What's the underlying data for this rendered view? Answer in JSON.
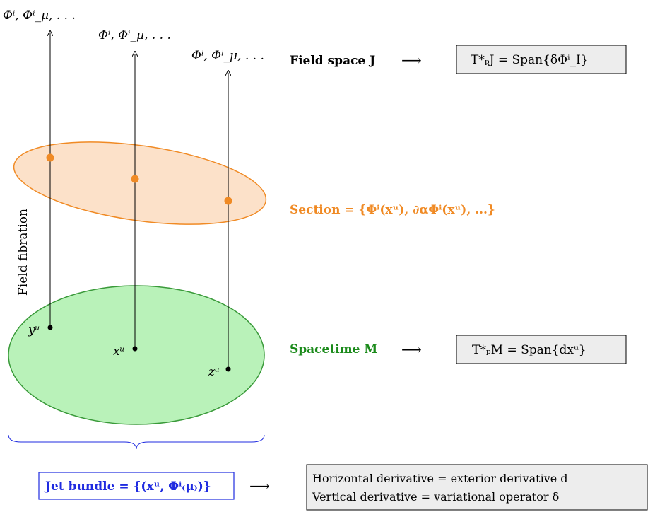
{
  "fibers": {
    "top_labels": [
      "Φⁱ, Φⁱ_μ, . . .",
      "Φⁱ, Φⁱ_μ, . . .",
      "Φⁱ, Φⁱ_μ, . . ."
    ],
    "base_labels": [
      "yᵘ",
      "xᵘ",
      "zᵘ"
    ]
  },
  "field_space": {
    "label": "Field space J",
    "arrow": "⟶",
    "box": "T*ₚJ  =  Span{δΦⁱ_I}"
  },
  "section": {
    "label": "Section = {Φⁱ(xᵘ), ∂αΦⁱ(xᵘ), ...}"
  },
  "spacetime": {
    "label": "Spacetime M",
    "arrow": "⟶",
    "box": "T*ₚM  =  Span{dxᵘ}"
  },
  "vertical_label": "Field fibration",
  "jet_bundle": {
    "label": "Jet bundle = {(xᵘ, Φⁱ₍μ₎)}",
    "arrow": "⟶",
    "box_lines": [
      "Horizontal derivative = exterior derivative d",
      "Vertical derivative = variational operator δ"
    ]
  },
  "colors": {
    "section": "#f08a24",
    "section_fill": "#fbdcc0",
    "spacetime": "#1a8a1a",
    "spacetime_fill": "#b9f2b9",
    "jet": "#1f2be0",
    "box_fill": "#ededed"
  }
}
